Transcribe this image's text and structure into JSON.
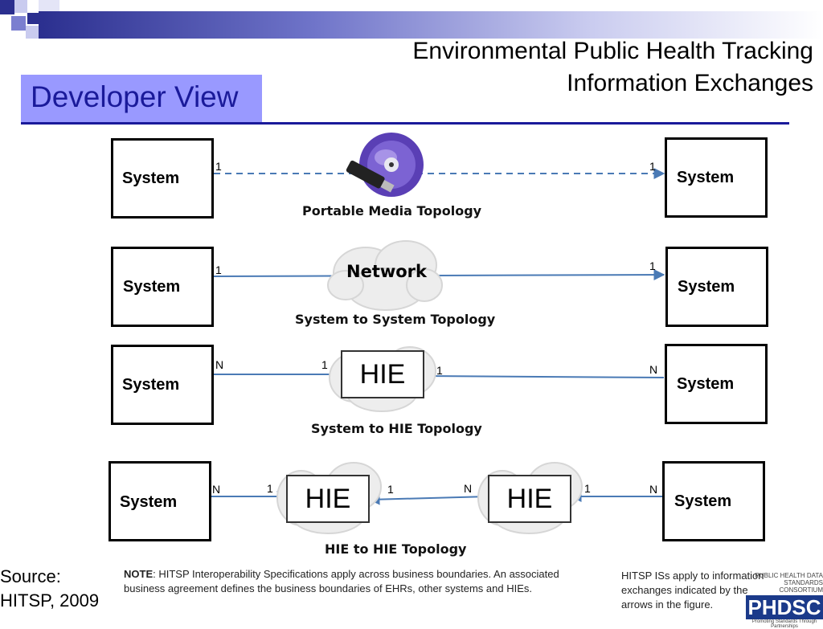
{
  "header": {
    "title_line1": "Environmental Public Health Tracking",
    "title_line2": "Information Exchanges",
    "section": "Developer View"
  },
  "labels": {
    "system": "System",
    "hie": "HIE",
    "network": "Network"
  },
  "topologies": [
    {
      "name": "Portable Media Topology",
      "left_card": "1",
      "right_card": "1"
    },
    {
      "name": "System to System Topology",
      "left_card": "1",
      "right_card": "1"
    },
    {
      "name": "System to HIE Topology",
      "left_card": "N",
      "hie_left": "1",
      "hie_right": "1",
      "right_card": "N"
    },
    {
      "name": "HIE to HIE Topology",
      "left_card": "N",
      "hie1_left": "1",
      "hie1_right": "1",
      "hie2_left": "N",
      "hie2_right": "1",
      "right_card": "N"
    }
  ],
  "footer": {
    "source_line1": "Source:",
    "source_line2": "HITSP, 2009",
    "note_prefix": "NOTE",
    "note_text": ": HITSP Interoperability Specifications apply across business boundaries. An associated business agreement defines the business boundaries of EHRs, other systems and HIEs.",
    "hitsp_note": "HITSP ISs apply to information exchanges indicated by the arrows in the figure.",
    "logo_top": "PUBLIC HEALTH DATA STANDARDS CONSORTIUM",
    "logo_main": "PHDSC",
    "logo_sub": "Promoting Standards Through Partnerships"
  },
  "colors": {
    "accent": "#1a1a9a",
    "section_bg": "#9999ff",
    "arrow": "#4a7ab5"
  }
}
